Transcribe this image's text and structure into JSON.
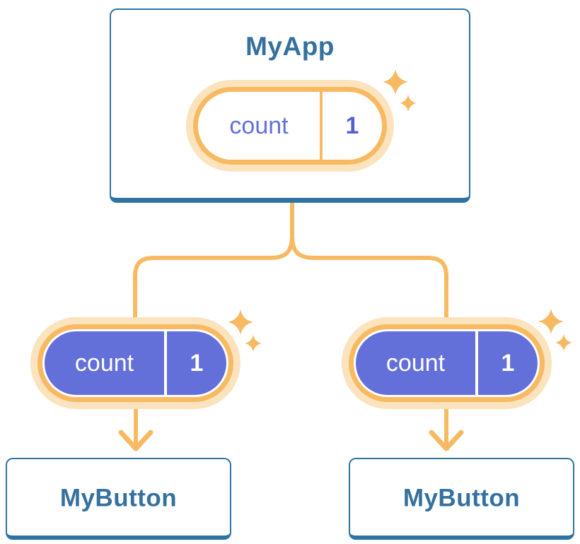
{
  "diagram": {
    "root": {
      "title": "MyApp",
      "state": {
        "label": "count",
        "value": "1"
      }
    },
    "children": [
      {
        "title": "MyButton",
        "state": {
          "label": "count",
          "value": "1"
        }
      },
      {
        "title": "MyButton",
        "state": {
          "label": "count",
          "value": "1"
        }
      }
    ]
  },
  "colors": {
    "blue_border": "#2e74a2",
    "blue_text": "#35719f",
    "orange": "#f7ba62",
    "orange_glow": "#fbe3bd",
    "purple": "#6370da",
    "purple_dark": "#5560cf",
    "card_bg": "#ffffff",
    "page_bg": "#ffffff"
  }
}
